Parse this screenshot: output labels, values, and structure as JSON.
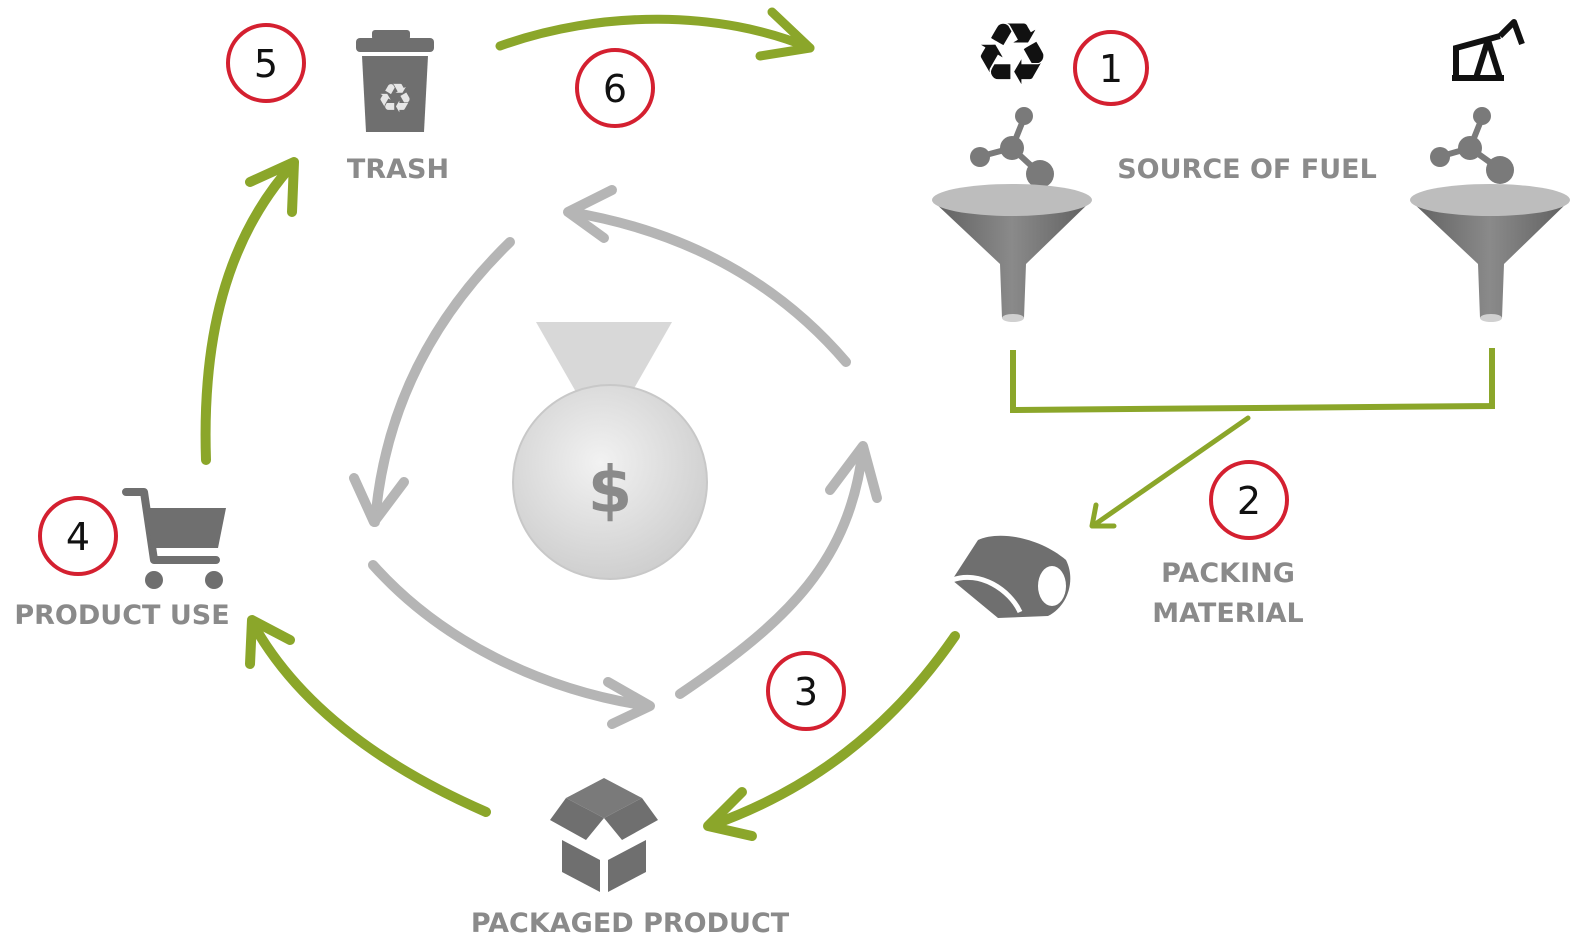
{
  "labels": {
    "trash": "TRASH",
    "source_of_fuel": "SOURCE OF FUEL",
    "packing_line1": "PACKING",
    "packing_line2": "MATERIAL",
    "product_use": "PRODUCT USE",
    "packaged_product": "PACKAGED PRODUCT",
    "money_symbol": "$"
  },
  "steps": [
    "1",
    "2",
    "3",
    "4",
    "5",
    "6"
  ],
  "colors": {
    "cycle_arrow": "#8ba62a",
    "inner_arrow": "#b5b5b5",
    "icon": "#6f6f6f",
    "label": "#8a8a8a",
    "step_ring": "#d42030",
    "funnel_top": "#bdbdbd"
  },
  "icons": [
    "trash-can-icon",
    "recycle-icon",
    "oil-pump-icon",
    "molecule-icon",
    "funnel-icon",
    "shopping-cart-icon",
    "packing-roll-icon",
    "box-icon",
    "money-bag-icon"
  ]
}
